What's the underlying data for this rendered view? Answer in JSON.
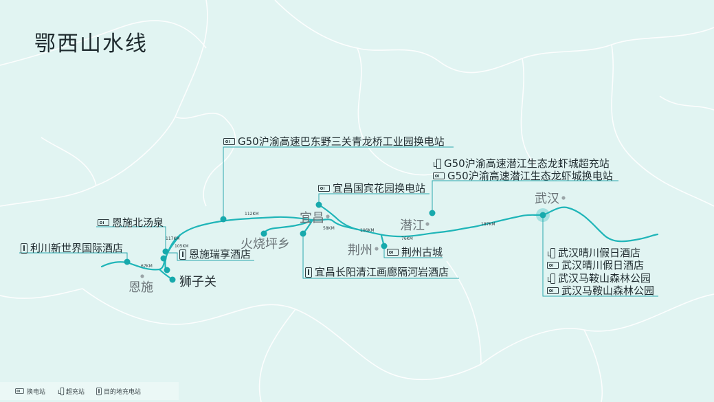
{
  "title": "鄂西山水线",
  "cities": {
    "enshi": "恩施",
    "shizguan": "狮子关",
    "huoshaoping": "火烧坪乡",
    "yichang": "宜昌",
    "jingzhou": "荆州",
    "qianjiang": "潜江",
    "wuhan": "武汉"
  },
  "stations": {
    "lichuan": "利川新世界国际酒店",
    "enshi_beitang": "恩施北汤泉",
    "enshi_ruixiang": "恩施瑞享酒店",
    "badong": "G50沪渝高速巴东野三关青龙桥工业园换电站",
    "yichang_binguan": "宜昌国宾花园换电站",
    "yichang_changyang": "宜昌长阳清江画廊隔河岩酒店",
    "jingzhou_gucheng": "荆州古城",
    "qianjiang_super": "G50沪渝高速潜江生态龙虾城超充站",
    "qianjiang_swap": "G50沪渝高速潜江生态龙虾城换电站",
    "wuhan_1": "武汉晴川假日酒店",
    "wuhan_2": "武汉晴川假日酒店",
    "wuhan_3": "武汉马鞍山森林公园",
    "wuhan_4": "武汉马鞍山森林公园"
  },
  "distances": {
    "d1": "67KM",
    "d2": "117KM",
    "d3": "105KM",
    "d4": "112KM",
    "d5": "58KM",
    "d6": "106KM",
    "d7": "76KM",
    "d8": "187KM"
  },
  "legend": {
    "swap": "换电站",
    "super": "超充站",
    "dest": "目的地充电站"
  },
  "colors": {
    "route": "#1fb5b8",
    "background": "#e1f4f2",
    "leader": "#2aa9ad",
    "border": "#ffffff"
  }
}
